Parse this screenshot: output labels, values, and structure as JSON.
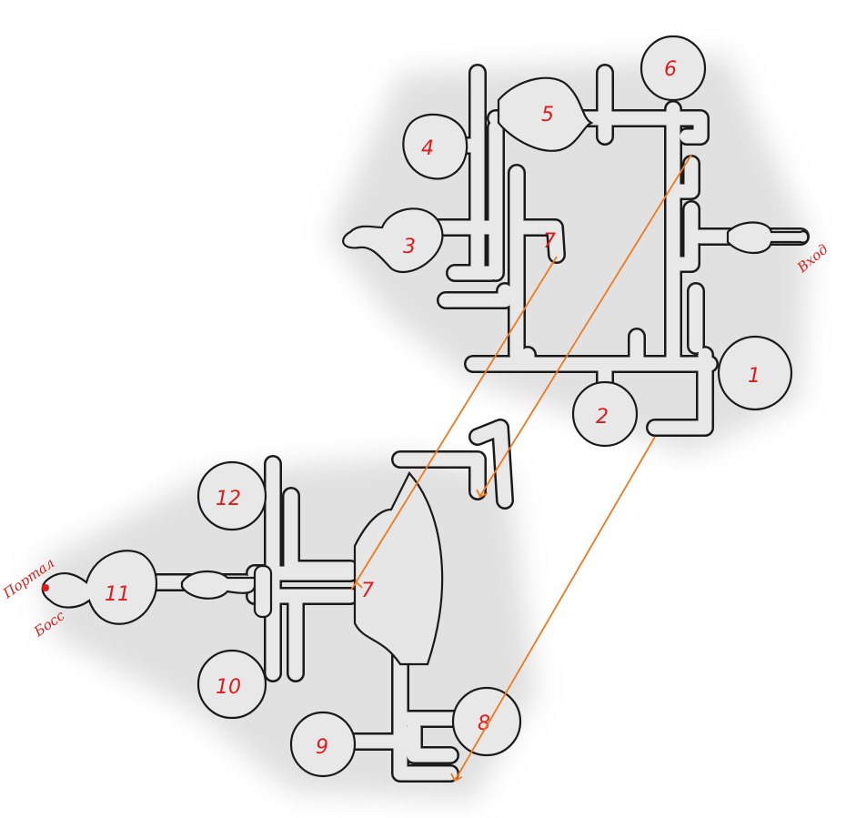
{
  "rooms": [
    {
      "id": "room-1",
      "label": "1"
    },
    {
      "id": "room-2",
      "label": "2"
    },
    {
      "id": "room-3",
      "label": "3"
    },
    {
      "id": "room-4",
      "label": "4"
    },
    {
      "id": "room-5",
      "label": "5"
    },
    {
      "id": "room-6",
      "label": "6"
    },
    {
      "id": "room-7",
      "label": "7"
    },
    {
      "id": "room-8",
      "label": "8"
    },
    {
      "id": "room-9",
      "label": "9"
    },
    {
      "id": "room-10",
      "label": "10"
    },
    {
      "id": "room-11",
      "label": "11"
    },
    {
      "id": "room-12",
      "label": "12"
    }
  ],
  "markers": {
    "upper_seven": "7",
    "entrance": "Вход",
    "portal": "Портал",
    "boss": "Босс"
  },
  "colors": {
    "ink": "#1a1a1a",
    "floor": "#e8e8e8",
    "label_red": "#e01b1b",
    "link_orange": "#f07a1c"
  }
}
